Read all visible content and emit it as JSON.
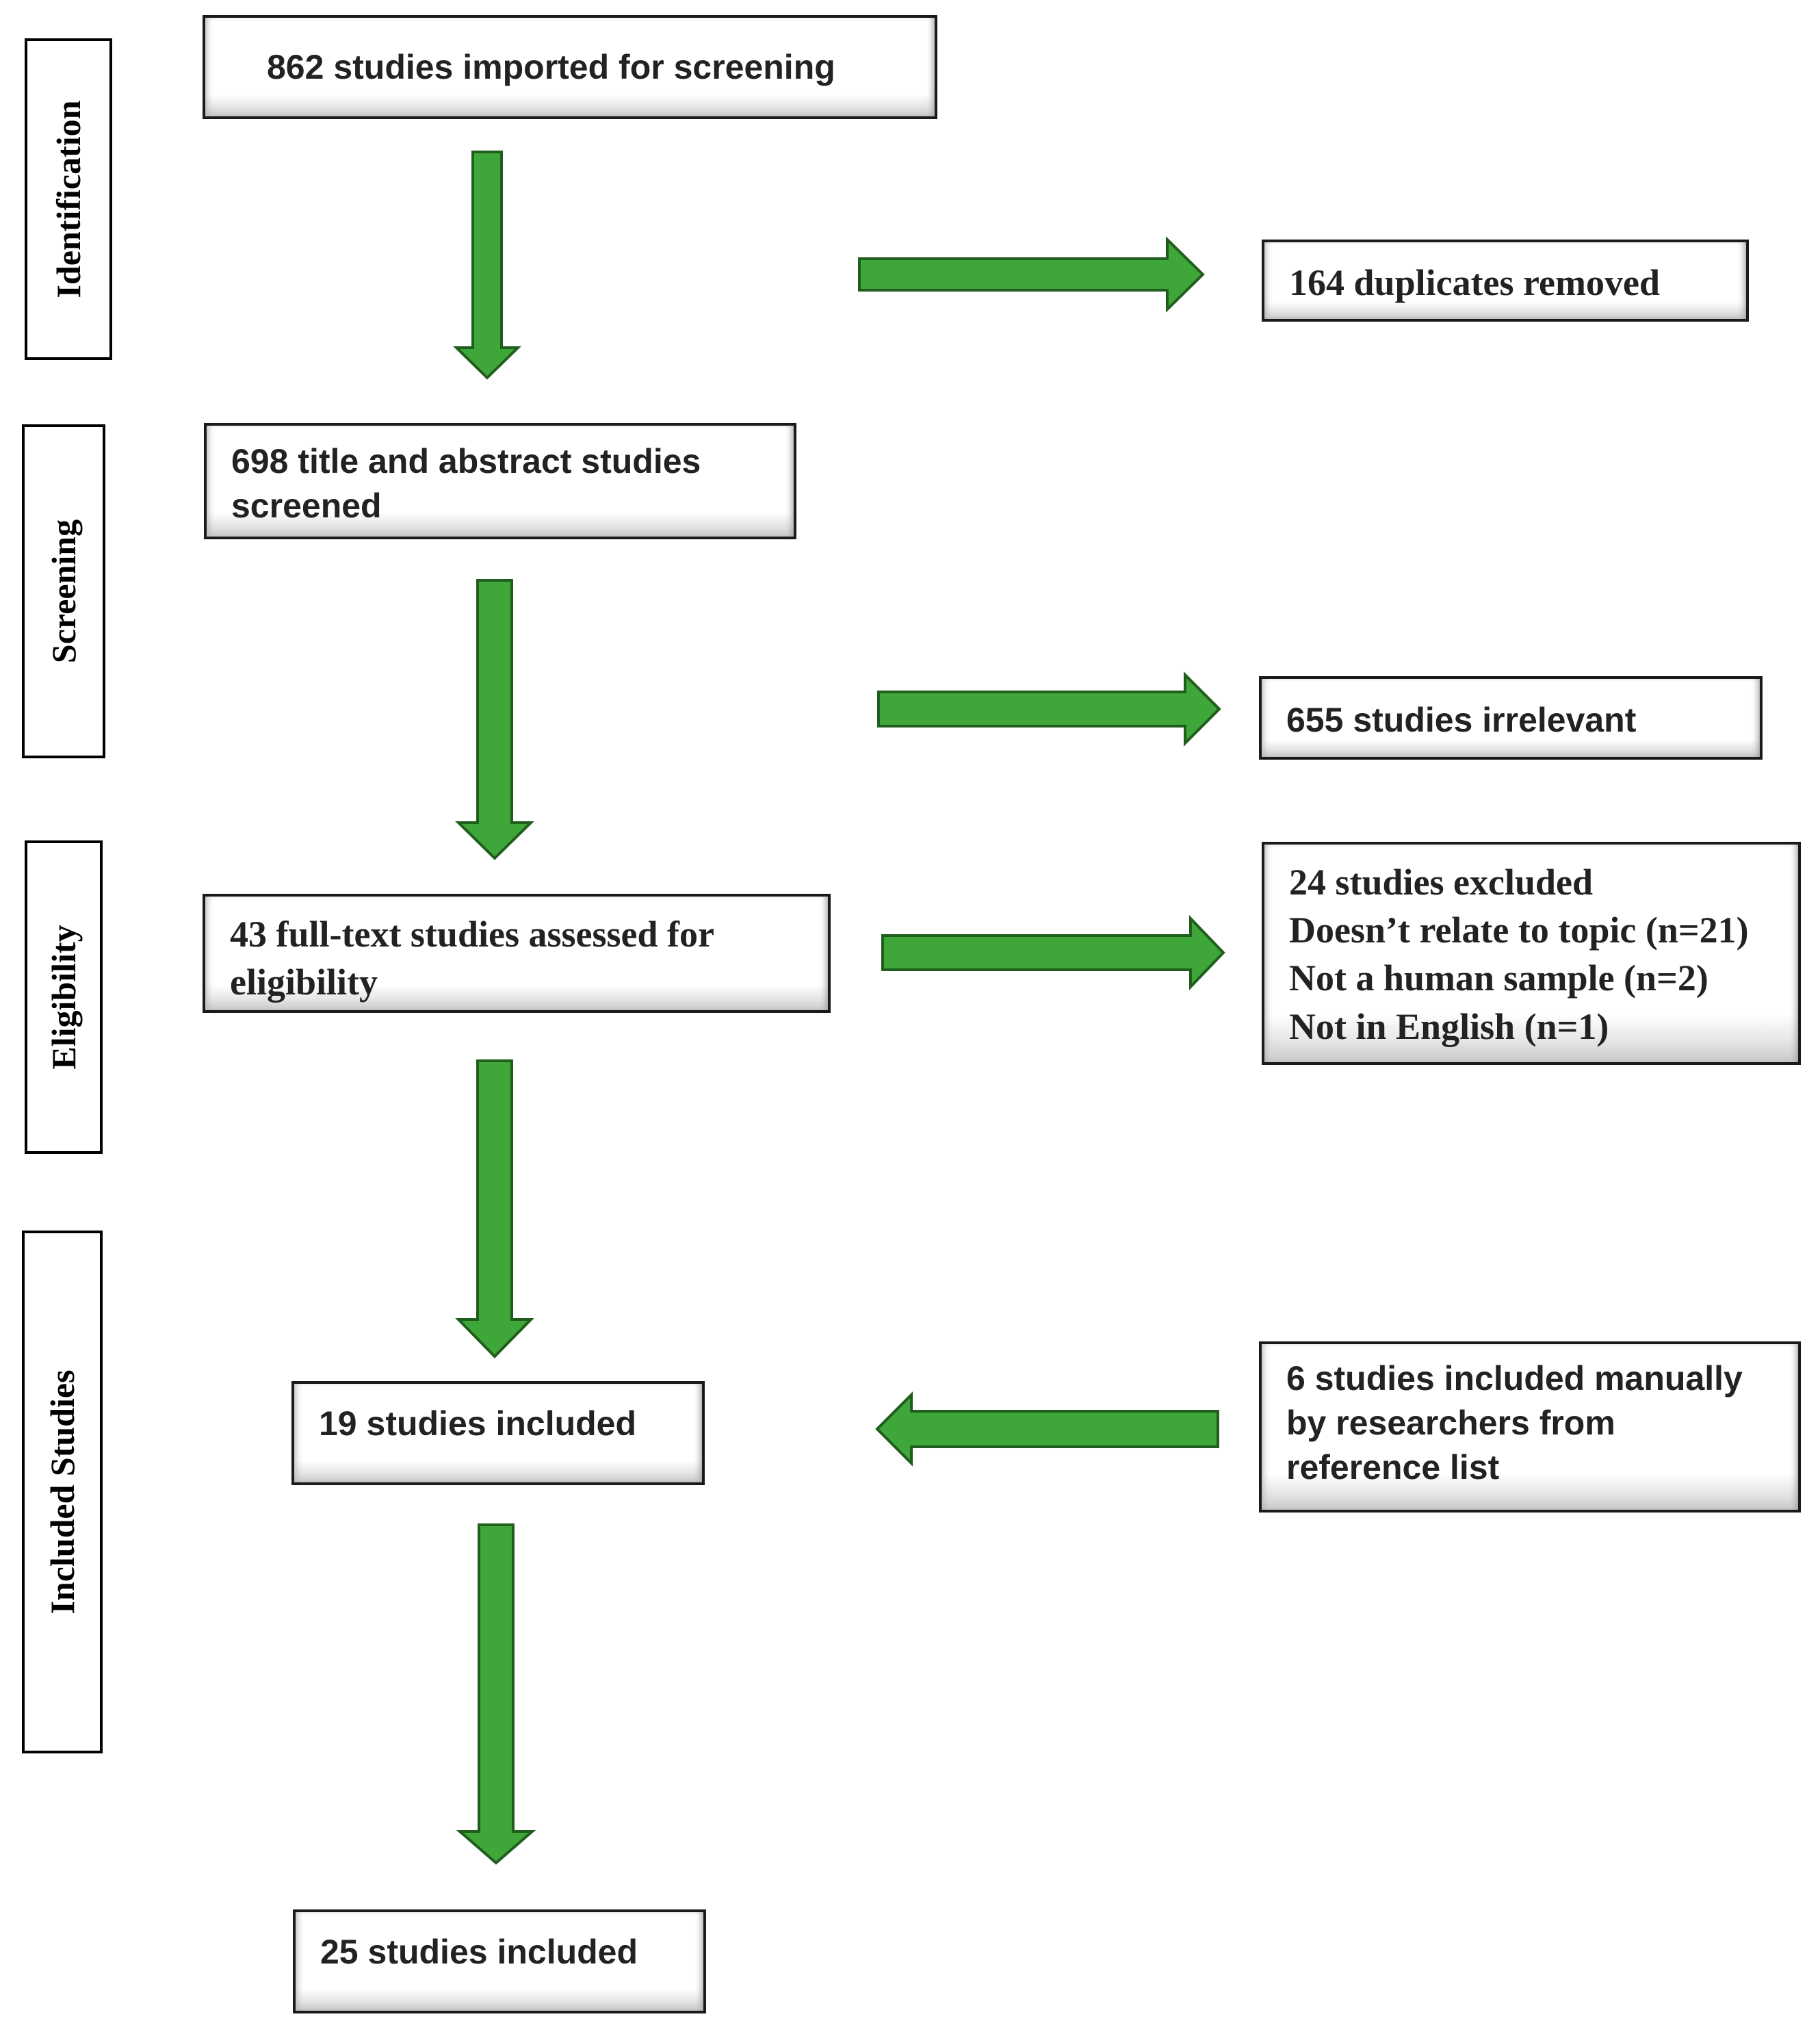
{
  "stages": {
    "identification": "Identification",
    "screening": "Screening",
    "eligibility": "Eligibility",
    "included": "Included Studies"
  },
  "boxes": {
    "imported": "862 studies imported for screening",
    "duplicates": "164 duplicates removed",
    "screened": [
      "698 title and abstract studies",
      "screened"
    ],
    "irrelevant": "655 studies irrelevant",
    "assessed": [
      "43 full-text studies assessed for",
      "eligibility"
    ],
    "excluded": [
      "24 studies excluded",
      "Doesn’t relate to topic (n=21)",
      "Not a human sample (n=2)",
      "Not in English (n=1)"
    ],
    "included_19": "19 studies included",
    "manual": [
      "6 studies included manually",
      "by researchers from",
      "reference list"
    ],
    "included_25": "25 studies included"
  },
  "colors": {
    "arrow_fill": "#3fa73a",
    "arrow_stroke": "#1f5e1c",
    "box_border": "#1a1a1a",
    "stage_border": "#000000"
  }
}
